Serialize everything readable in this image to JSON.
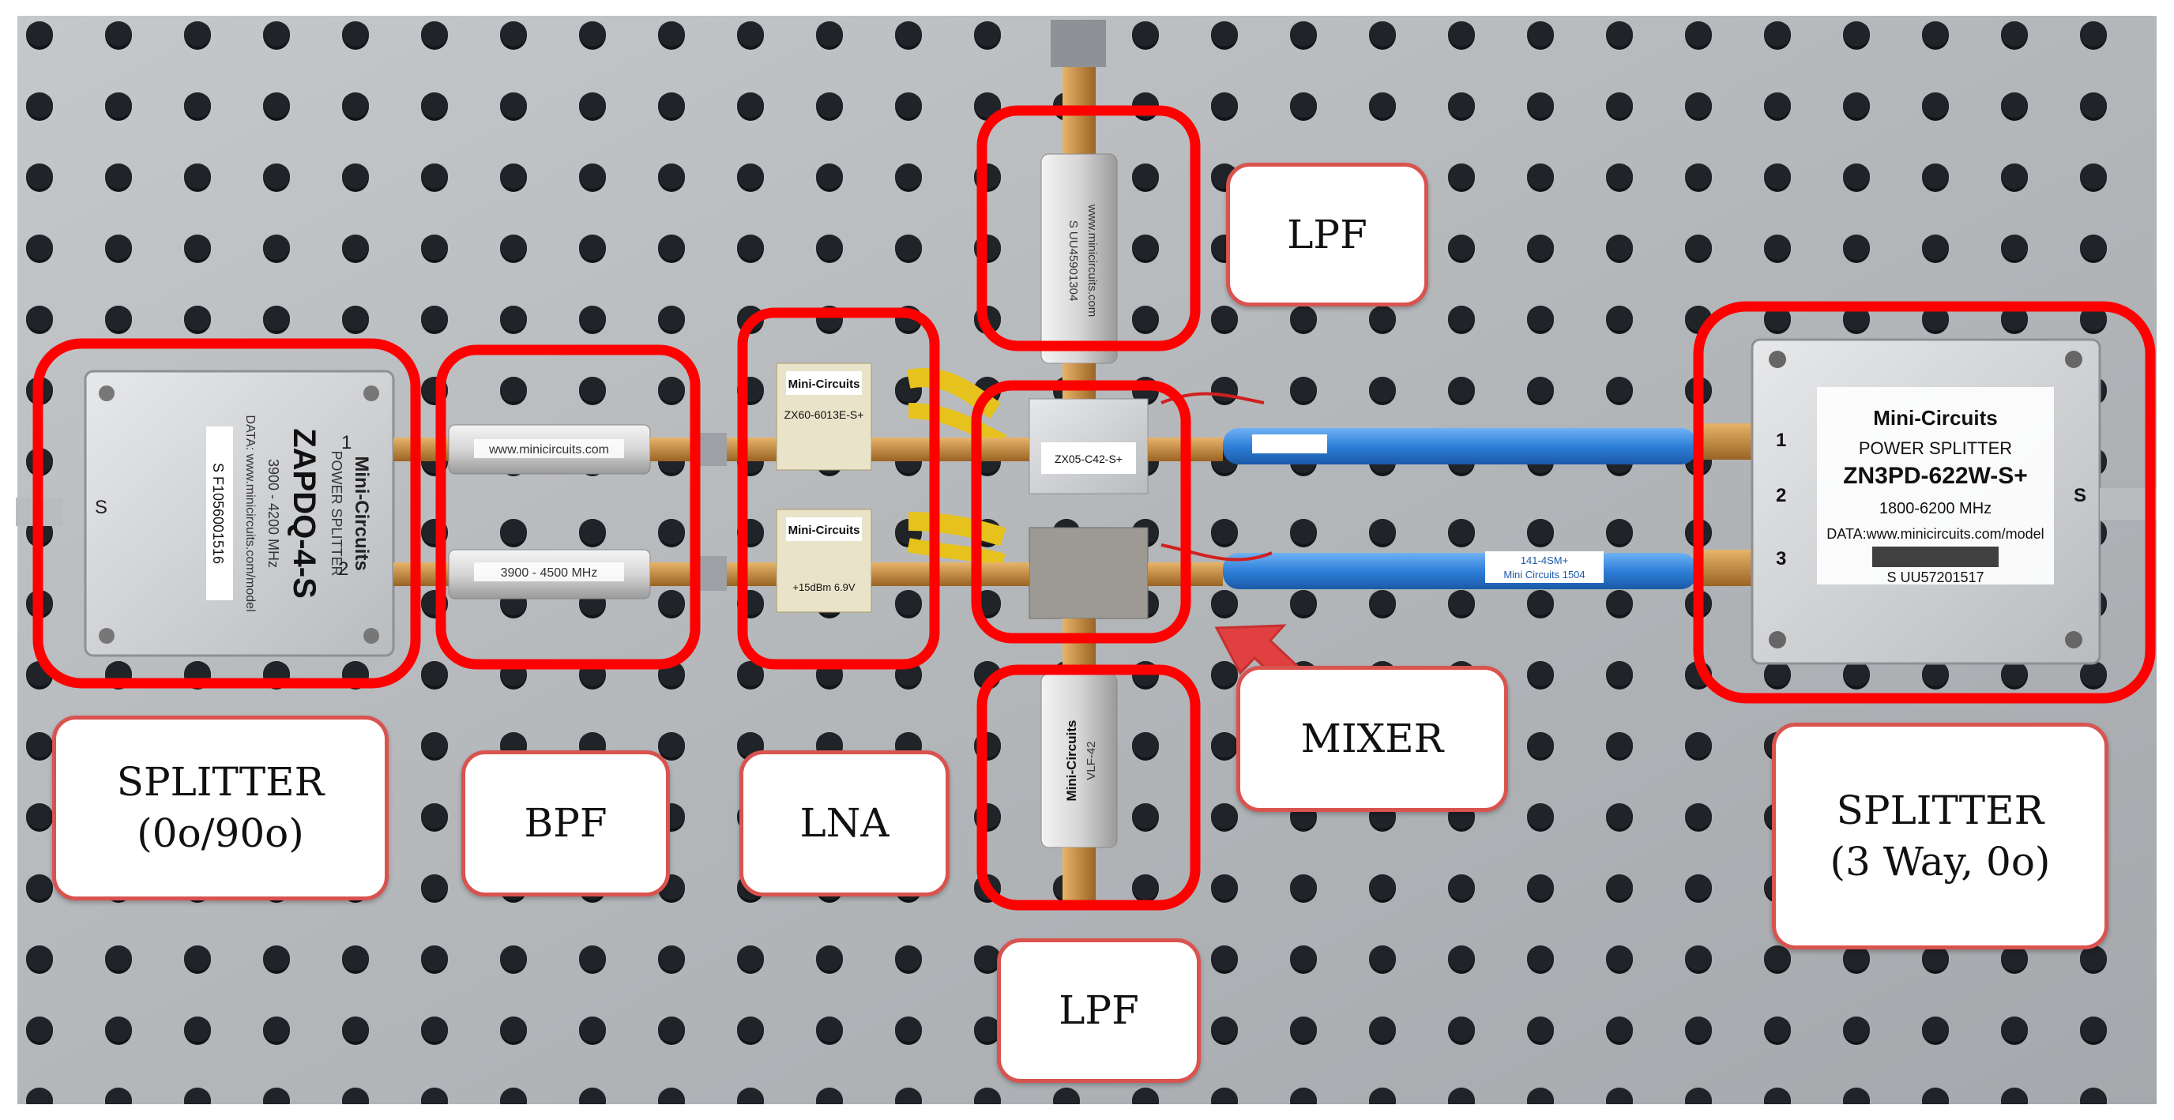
{
  "colors": {
    "highlight": "#ff0000",
    "callout_border": "#d9534f",
    "plate": "#b8bcc0",
    "cable": "#2e7fd8",
    "sma_gold": "#c58a3c"
  },
  "labels": {
    "lpf_top": "LPF",
    "splitter_left_line1": "SPLITTER",
    "splitter_left_line2": "(0o/90o)",
    "bpf": "BPF",
    "lna": "LNA",
    "mixer": "MIXER",
    "lpf_bottom": "LPF",
    "splitter_right_line1": "SPLITTER",
    "splitter_right_line2": "(3 Way, 0o)"
  },
  "device_text": {
    "left_splitter": {
      "brand": "Mini-Circuits",
      "type": "POWER SPLITTER",
      "model": "ZAPDQ-4-S",
      "freq": "3900 - 4200 MHz",
      "data": "DATA: www.minicircuits.com/model",
      "serial": "S F1056001516",
      "port1": "1",
      "port2": "2",
      "portS": "S"
    },
    "bpf_top": "www.minicircuits.com",
    "bpf_freq": "3900 - 4500 MHz",
    "lna_brand": "Mini-Circuits",
    "lna_model": "ZX60-6013E-S+",
    "lna_volt": "+15dBm 6.9V",
    "mixer_model": "ZX05-C42-S+",
    "lpf_top_text": "www.minicircuits.com",
    "lpf_top_serial": "S UU45901304",
    "lpf_bottom_brand": "Mini-Circuits",
    "lpf_bottom_model": "VLF-42",
    "cable_label": "141-4SM+",
    "cable_label2": "Mini Circuits 1504",
    "right_splitter": {
      "brand": "Mini-Circuits",
      "type": "POWER SPLITTER",
      "model": "ZN3PD-622W-S+",
      "freq": "1800-6200 MHz",
      "data": "DATA:www.minicircuits.com/model",
      "serial": "S UU57201517",
      "port1": "1",
      "port2": "2",
      "port3": "3",
      "portS": "S"
    }
  }
}
